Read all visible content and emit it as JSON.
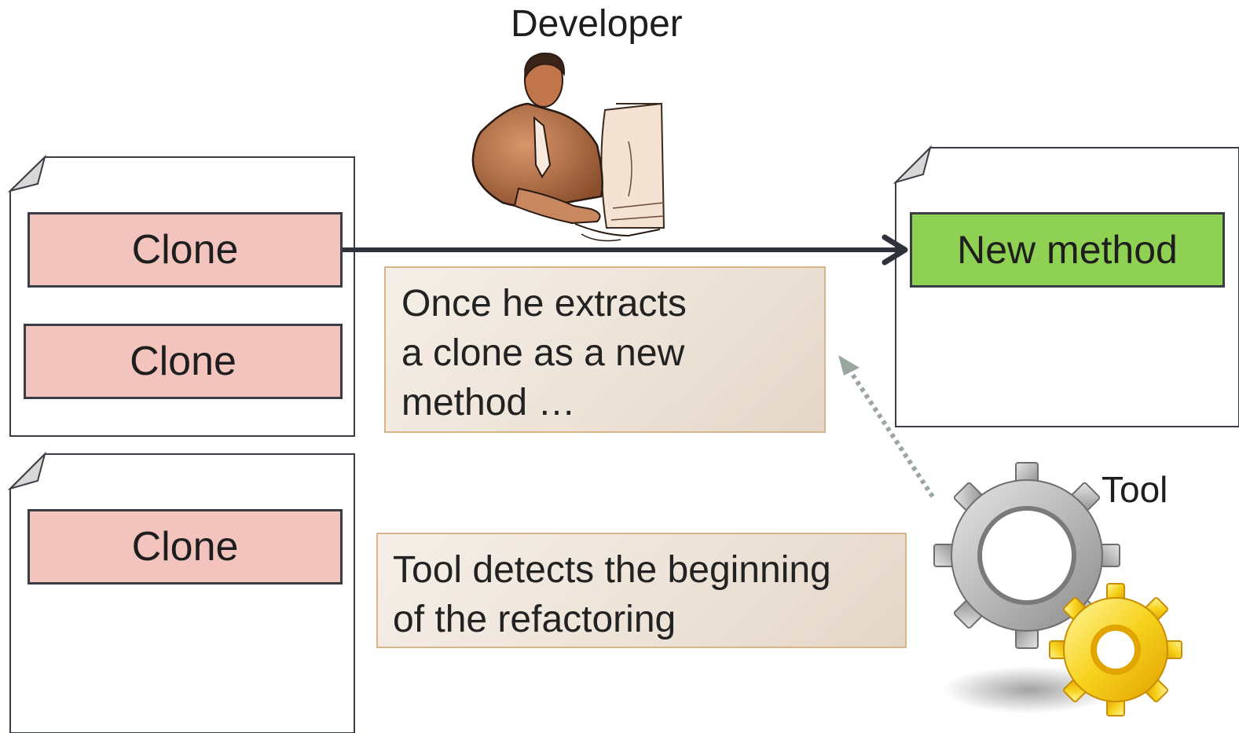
{
  "developer": {
    "label": "Developer"
  },
  "tool": {
    "label": "Tool"
  },
  "files": {
    "top_left": {
      "clones": [
        "Clone",
        "Clone"
      ]
    },
    "bottom_left": {
      "clones": [
        "Clone"
      ]
    },
    "right": {
      "method": "New method"
    }
  },
  "notes": {
    "extract": [
      "Once he extracts",
      "a clone as a new",
      "method …"
    ],
    "detect": [
      "Tool detects the beginning",
      "of the refactoring"
    ]
  },
  "colors": {
    "clone_fill": "#f2c4bd",
    "method_fill": "#8fd153",
    "arrow": "#2f323a",
    "dotted_arrow": "#9aa79f",
    "note_border": "#d9b48a"
  },
  "icons": [
    "developer-at-computer-illustration",
    "gear-icon"
  ]
}
